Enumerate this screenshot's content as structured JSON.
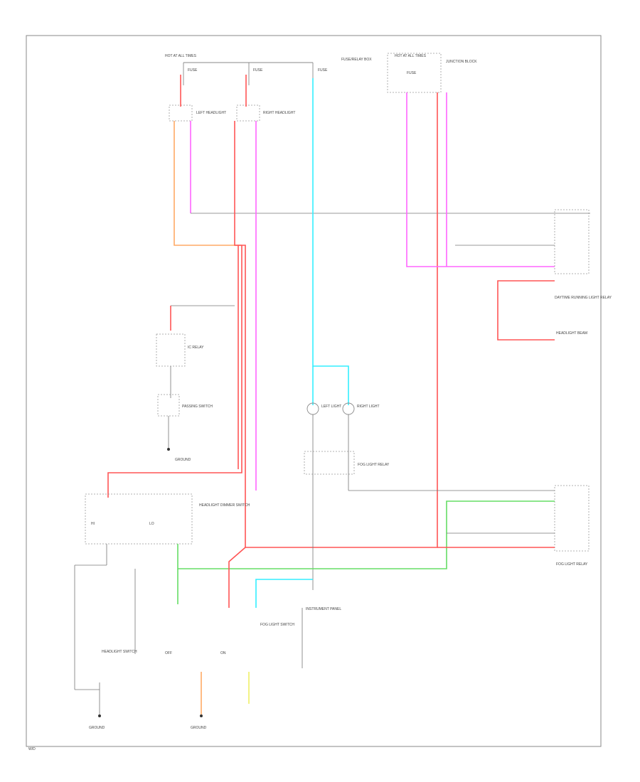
{
  "colors": {
    "red": "#ff5555",
    "pink": "#ff66ff",
    "cyan": "#33eeff",
    "orange": "#ffaa66",
    "green": "#66dd66",
    "yellow": "#eeee66",
    "gray": "#999999",
    "black": "#444444"
  },
  "diagram": {
    "hot_at_all_times_1": "HOT AT ALL TIMES",
    "hot_at_all_times_2": "HOT AT ALL TIMES",
    "fuse_labels": [
      "FUSE",
      "FUSE",
      "FUSE",
      "FUSE"
    ],
    "left_headlight": "LEFT HEADLIGHT",
    "right_headlight": "RIGHT HEADLIGHT",
    "fuse_relay_box_1": "FUSE/RELAY BOX",
    "fuse_relay_box_2": "JUNCTION BLOCK",
    "headlight_dimmer_switch": "HEADLIGHT DIMMER SWITCH",
    "passing_switch": "PASSING SWITCH",
    "left_light": "LEFT LIGHT",
    "right_light": "RIGHT LIGHT",
    "ic_relay": "IC RELAY",
    "fog_light_relay": "FOG LIGHT RELAY",
    "headlight_switch": "HEADLIGHT SWITCH",
    "fog_light_switch": "FOG LIGHT SWITCH",
    "fog_light_relay_2": "FOG LIGHT RELAY",
    "instrument_panel": "INSTRUMENT PANEL",
    "daytime_relay": "DAYTIME RUNNING LIGHT RELAY",
    "headlight_beam": "HEADLIGHT BEAM",
    "hi": "HI",
    "lo": "LO",
    "off": "OFF",
    "on": "ON",
    "ground_1": "GROUND",
    "ground_2": "GROUND",
    "ground_3": "GROUND",
    "corner_tag": "W/D"
  }
}
